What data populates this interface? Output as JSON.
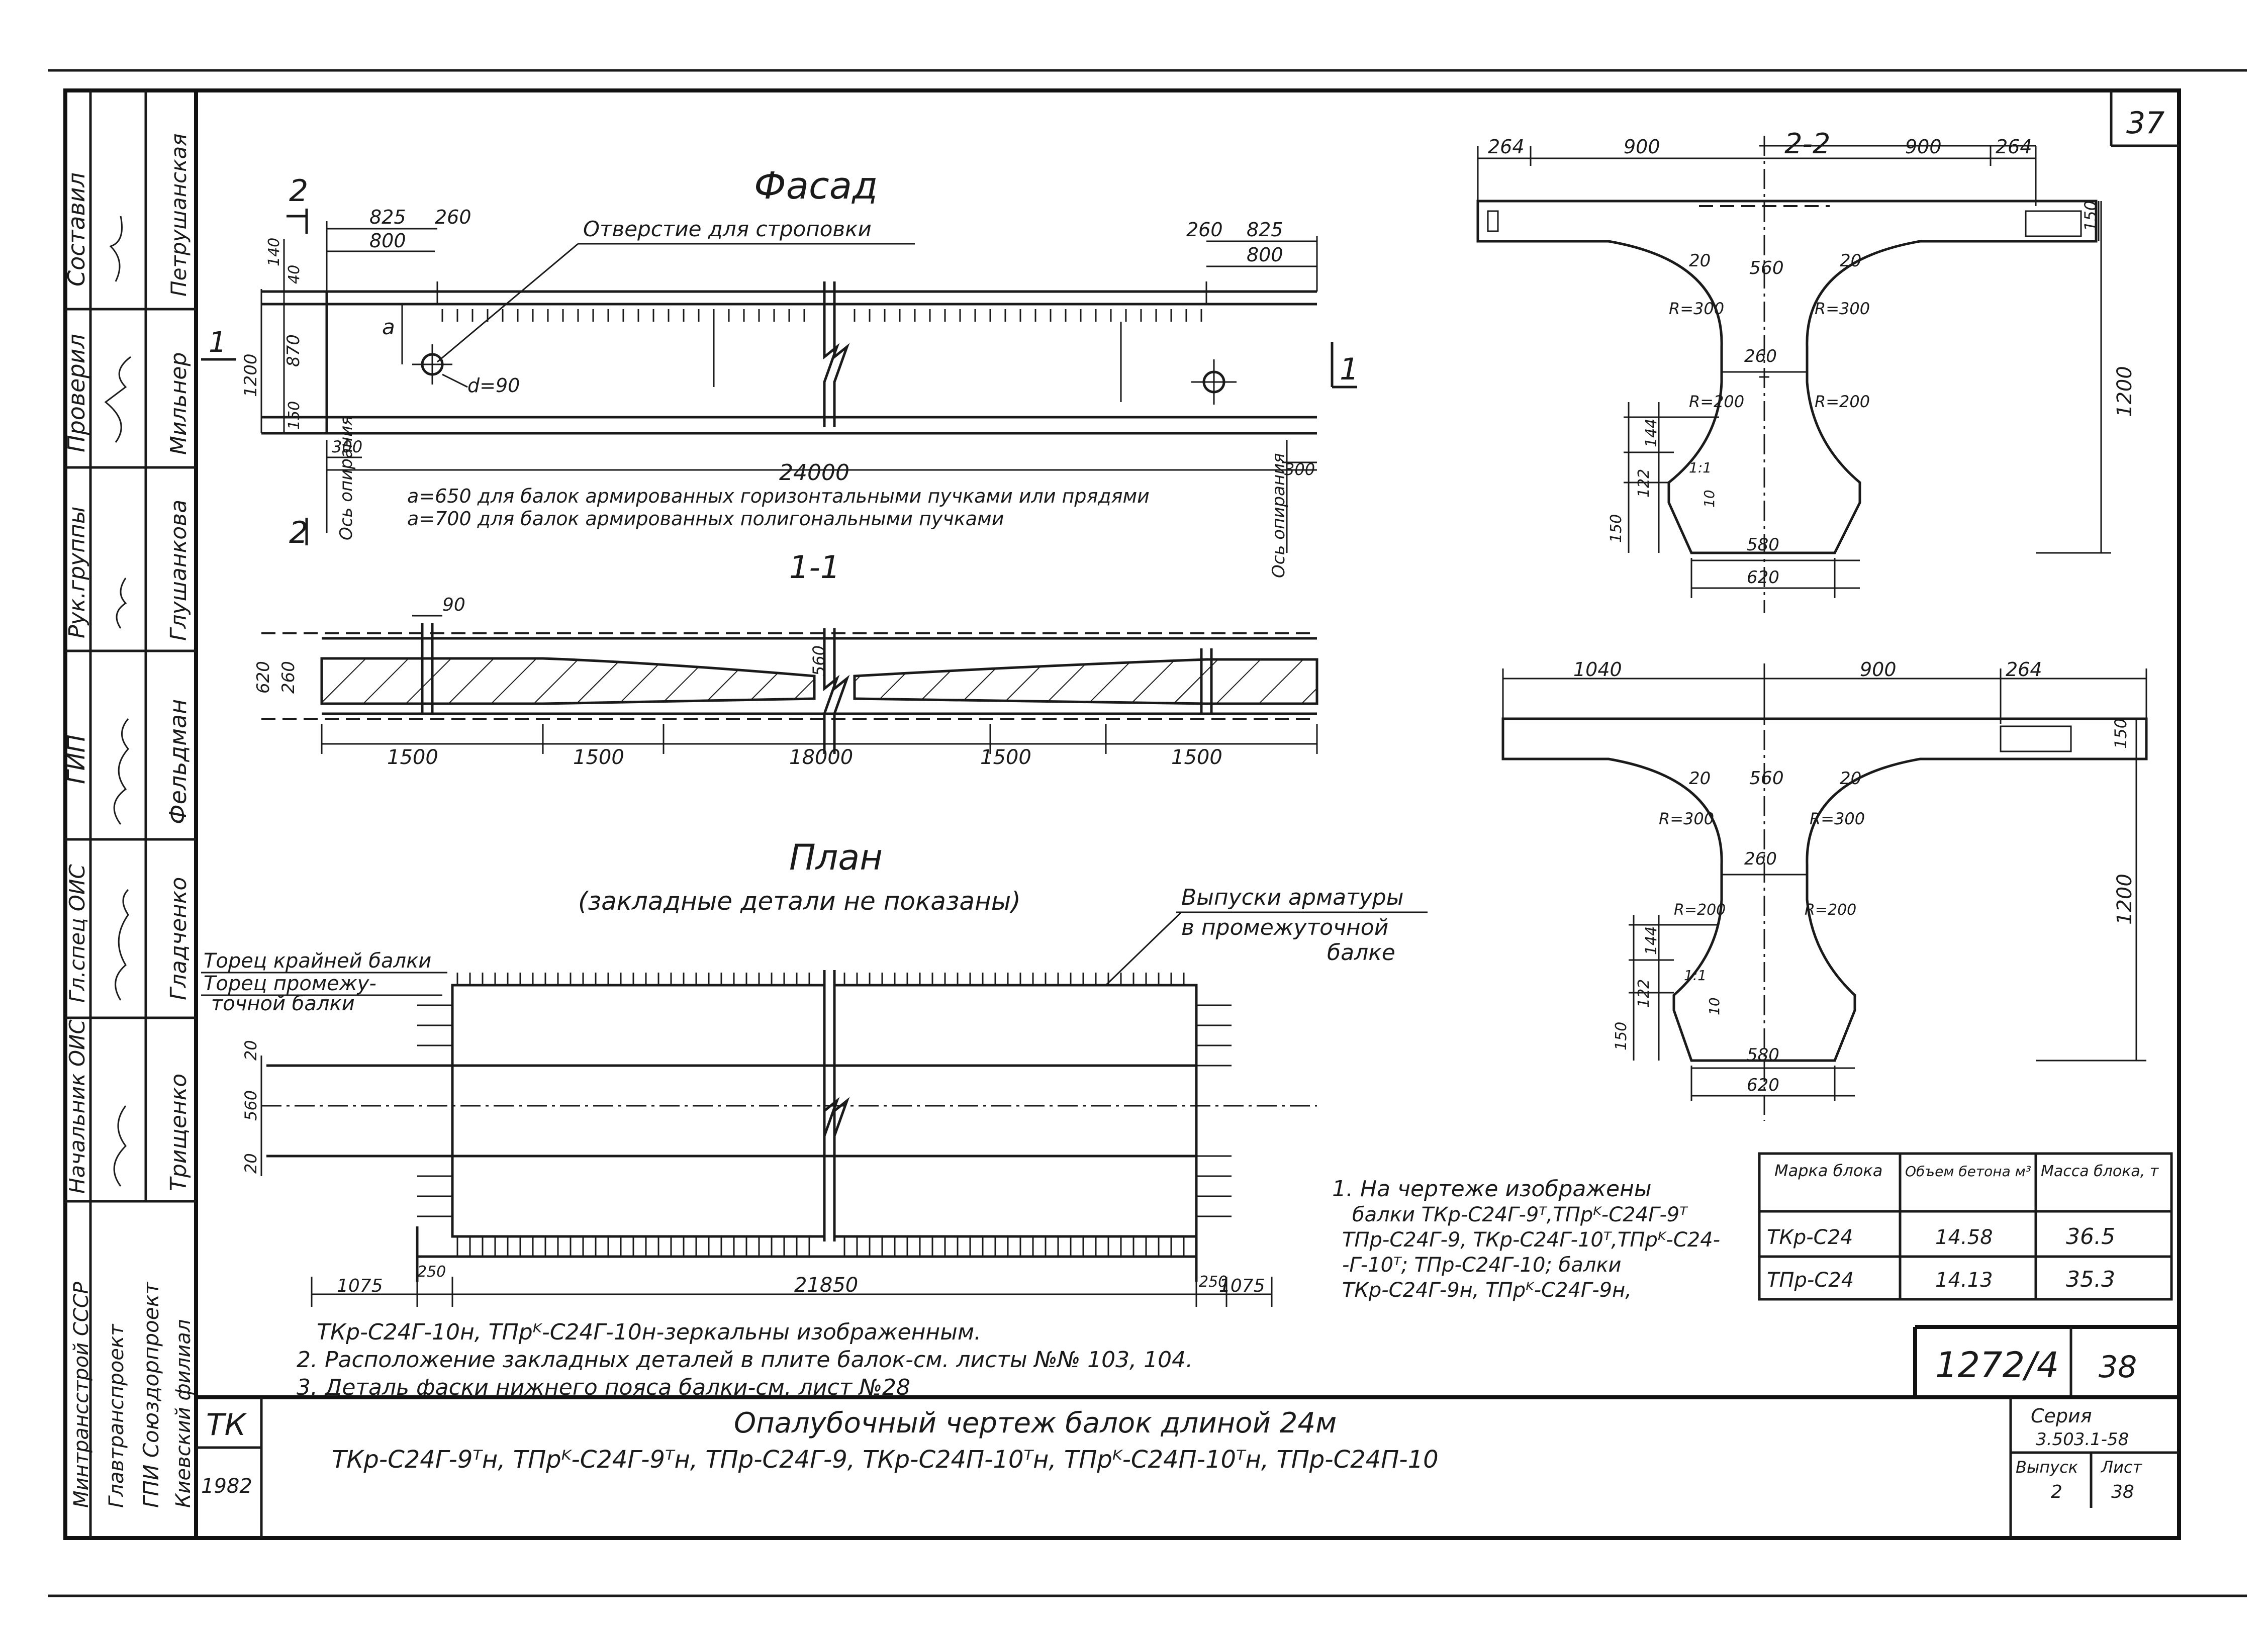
{
  "sheet_top_number": "37",
  "sidebar": {
    "rows": [
      {
        "role": "Составил",
        "signature": "",
        "name": "Петрушанская"
      },
      {
        "role": "Проверил",
        "signature": "",
        "name": "Мильнер"
      },
      {
        "role": "Рук.группы",
        "signature": "",
        "name": "Глушанкова"
      },
      {
        "role": "ГИП",
        "signature": "",
        "name": "Фельдман"
      },
      {
        "role": "Гл.спец ОИС",
        "signature": "",
        "name": "Гладченко"
      },
      {
        "role": "Начальник ОИС",
        "signature": "",
        "name": "Трищенко"
      }
    ],
    "org": [
      "Минтрансстрой СССР",
      "Главтранспроект",
      "ГПИ Союздорпроект",
      "Киевский филиал"
    ]
  },
  "facade": {
    "title": "Фасад",
    "section_mark": "2",
    "section_mark_1": "1",
    "hole_label": "Отверстие для строповки",
    "dims": {
      "d825_l": "825",
      "d260_l": "260",
      "d800_l": "800",
      "d260_r": "260",
      "d825_r": "825",
      "d800_r": "800",
      "d140": "140",
      "d40": "40",
      "d870": "870",
      "d1200": "1200",
      "d150": "150",
      "d_diam": "d=90",
      "a": "a",
      "d300_l": "300",
      "d300_r": "300",
      "d24000": "24000"
    },
    "axis_left": "Ось опирания",
    "axis_right": "Ось опирания",
    "note_a1": "a=650 для балок армированных горизонтальными пучками или прядями",
    "note_a2": "a=700 для балок армированных полигональными пучками"
  },
  "section11": {
    "title": "1-1",
    "dims": {
      "d90": "90",
      "d620": "620",
      "d260": "260",
      "d560": "560",
      "s1": "1500",
      "s2": "1500",
      "s3": "18000",
      "s4": "1500",
      "s5": "1500"
    }
  },
  "plan": {
    "title": "План",
    "subtitle": "(закладные детали не показаны)",
    "rebar_label_1": "Выпуски арматуры",
    "rebar_label_2": "в промежуточной",
    "rebar_label_3": "балке",
    "end_label_1": "Торец крайней балки",
    "end_label_2": "Торец промежу-",
    "end_label_3": "точной балки",
    "dims": {
      "d20a": "20",
      "d560": "560",
      "d20b": "20",
      "d1075_l": "1075",
      "d250_l": "250",
      "d21850": "21850",
      "d250_r": "250",
      "d1075_r": "1075"
    }
  },
  "section22": {
    "title": "2-2",
    "dims": {
      "d264_l": "264",
      "d900_l": "900",
      "d900_r": "900",
      "d264_r": "264",
      "d150": "150",
      "d20_l": "20",
      "d560": "560",
      "d20_r": "20",
      "r300_l": "R=300",
      "r300_r": "R=300",
      "d260": "260",
      "r200_l": "R=200",
      "r200_r": "R=200",
      "d1200": "1200",
      "d144": "144",
      "d122": "122",
      "d150b": "150",
      "slope": "1:1",
      "d10": "10",
      "d580": "580",
      "d620": "620"
    }
  },
  "section_b": {
    "dims": {
      "d1040": "1040",
      "d900": "900",
      "d264": "264",
      "d150": "150",
      "d20_l": "20",
      "d560": "560",
      "d20_r": "20",
      "r300_l": "R=300",
      "r300_r": "R=300",
      "d260": "260",
      "r200_l": "R=200",
      "r200_r": "R=200",
      "d1200": "1200",
      "d144": "144",
      "d122": "122",
      "d150b": "150",
      "slope": "1:1",
      "d10": "10",
      "d580": "580",
      "d620": "620"
    }
  },
  "notes": {
    "n1": [
      "1. На чертеже изображены",
      "балки ТКр-С24Г-9ᵀ,ТПрᴷ-С24Г-9ᵀ",
      "ТПр-С24Г-9, ТКр-С24Г-10ᵀ,ТПрᴷ-С24-",
      "-Г-10ᵀ; ТПр-С24Г-10; балки",
      "ТКр-С24Г-9н, ТПрᴷ-С24Г-9н,"
    ],
    "n1_cont": "ТКр-С24Г-10н, ТПрᴷ-С24Г-10н-зеркальны изображенным.",
    "n2": "2. Расположение закладных деталей в плите балок-см. листы №№ 103, 104.",
    "n3": "3. Деталь фаски нижнего пояса балки-см. лист №28"
  },
  "mass_table": {
    "headers": [
      "Марка блока",
      "Объем бетона м³",
      "Масса блока, т"
    ],
    "rows": [
      [
        "ТКр-С24",
        "14.58",
        "36.5"
      ],
      [
        "ТПр-С24",
        "14.13",
        "35.3"
      ]
    ]
  },
  "doc_number": "1272/4",
  "doc_sheet": "38",
  "title_block": {
    "org_code": "ТК",
    "year": "1982",
    "title_line1": "Опалубочный чертеж балок длиной 24м",
    "title_line2": "ТКр-С24Г-9ᵀн, ТПрᴷ-С24Г-9ᵀн, ТПр-С24Г-9, ТКр-С24П-10ᵀн, ТПрᴷ-С24П-10ᵀн, ТПр-С24П-10",
    "series_label": "Серия",
    "series_value": "3.503.1-58",
    "issue_label": "Выпуск",
    "issue_value": "2",
    "sheet_label": "Лист",
    "sheet_value": "38"
  }
}
